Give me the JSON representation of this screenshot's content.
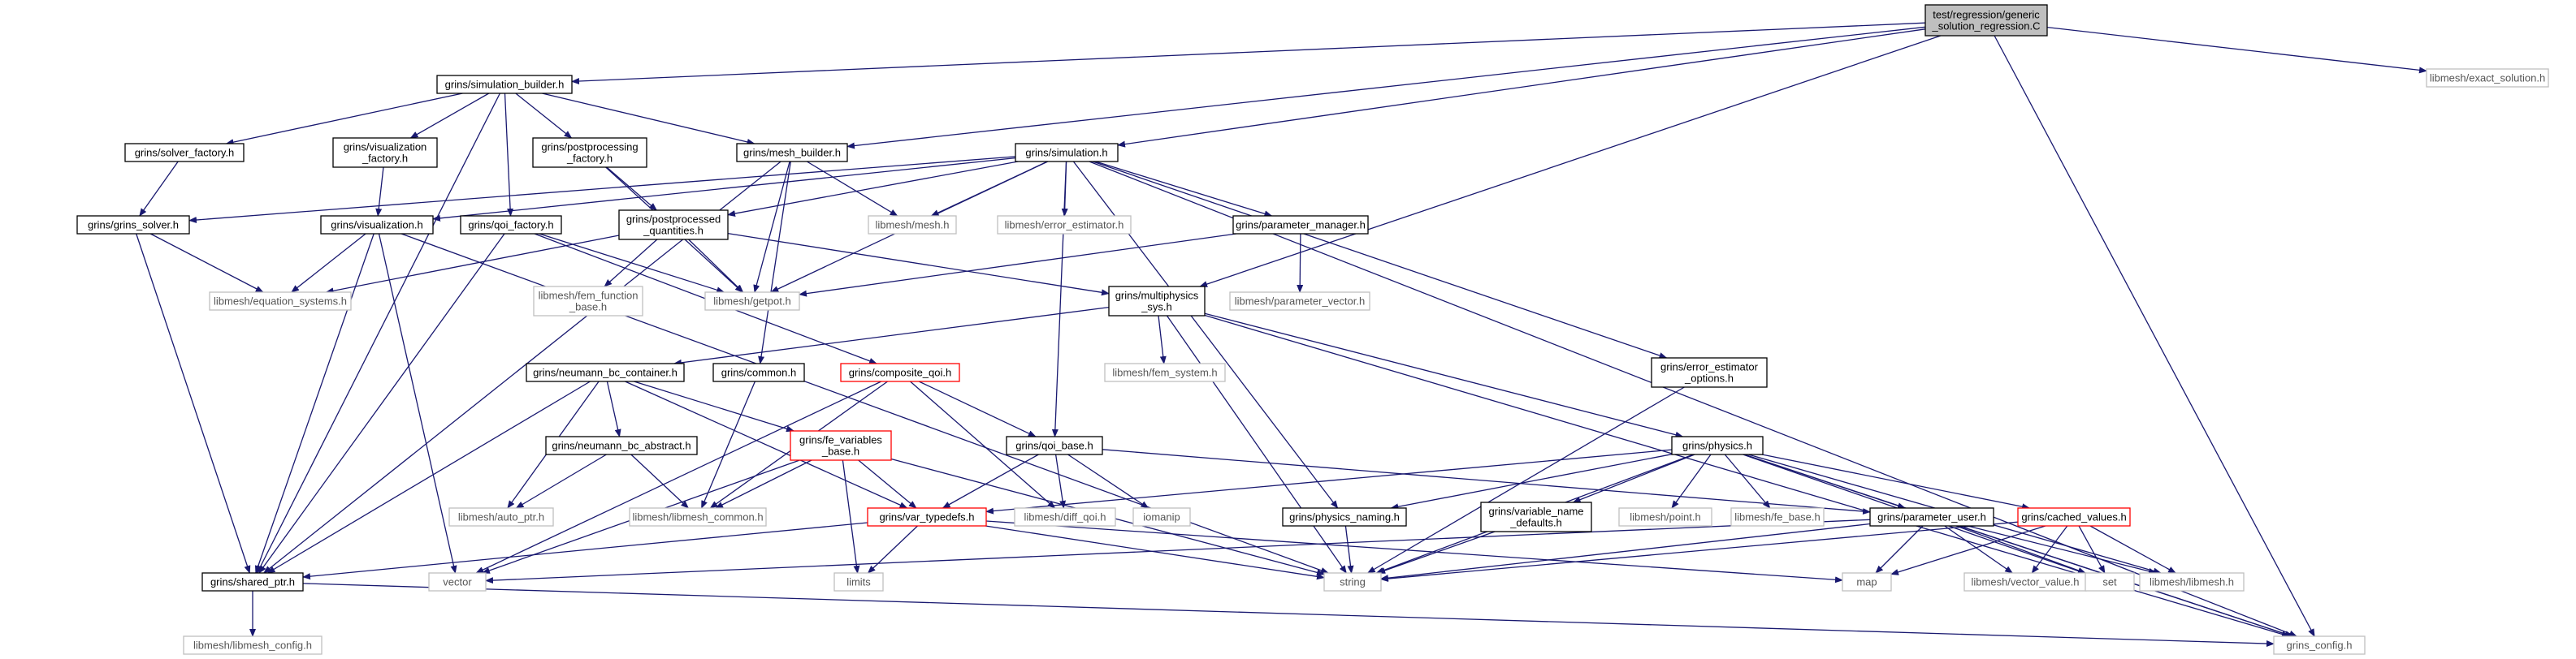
{
  "colors": {
    "edge": "#191970",
    "normal_border": "#000000",
    "external_border": "#bfbfbf",
    "incomplete_border": "#ff0000",
    "root_fill": "#bfbfbf",
    "text_normal": "#000000",
    "text_external": "#555555"
  },
  "nodes": [
    {
      "id": "root",
      "label": "test/regression/generic\n_solution_regression.C",
      "kind": "root"
    },
    {
      "id": "exact_solution",
      "label": "libmesh/exact_solution.h",
      "kind": "external"
    },
    {
      "id": "simulation_builder",
      "label": "grins/simulation_builder.h",
      "kind": "normal"
    },
    {
      "id": "solver_factory",
      "label": "grins/solver_factory.h",
      "kind": "normal"
    },
    {
      "id": "visualization_factory",
      "label": "grins/visualization\n_factory.h",
      "kind": "normal"
    },
    {
      "id": "postprocessing_factory",
      "label": "grins/postprocessing\n_factory.h",
      "kind": "normal"
    },
    {
      "id": "mesh_builder",
      "label": "grins/mesh_builder.h",
      "kind": "normal"
    },
    {
      "id": "simulation",
      "label": "grins/simulation.h",
      "kind": "normal"
    },
    {
      "id": "grins_solver",
      "label": "grins/grins_solver.h",
      "kind": "normal"
    },
    {
      "id": "visualization",
      "label": "grins/visualization.h",
      "kind": "normal"
    },
    {
      "id": "qoi_factory",
      "label": "grins/qoi_factory.h",
      "kind": "normal"
    },
    {
      "id": "postprocessed_quantities",
      "label": "grins/postprocessed\n_quantities.h",
      "kind": "normal"
    },
    {
      "id": "libmesh_mesh",
      "label": "libmesh/mesh.h",
      "kind": "external"
    },
    {
      "id": "error_estimator",
      "label": "libmesh/error_estimator.h",
      "kind": "external"
    },
    {
      "id": "parameter_manager",
      "label": "grins/parameter_manager.h",
      "kind": "normal"
    },
    {
      "id": "equation_systems",
      "label": "libmesh/equation_systems.h",
      "kind": "external"
    },
    {
      "id": "fem_function_base",
      "label": "libmesh/fem_function\n_base.h",
      "kind": "external"
    },
    {
      "id": "getpot",
      "label": "libmesh/getpot.h",
      "kind": "external"
    },
    {
      "id": "multiphysics_sys",
      "label": "grins/multiphysics\n_sys.h",
      "kind": "normal"
    },
    {
      "id": "parameter_vector",
      "label": "libmesh/parameter_vector.h",
      "kind": "external"
    },
    {
      "id": "fem_system",
      "label": "libmesh/fem_system.h",
      "kind": "external"
    },
    {
      "id": "error_estimator_options",
      "label": "grins/error_estimator\n_options.h",
      "kind": "normal"
    },
    {
      "id": "neumann_bc_container",
      "label": "grins/neumann_bc_container.h",
      "kind": "normal"
    },
    {
      "id": "grins_common",
      "label": "grins/common.h",
      "kind": "normal"
    },
    {
      "id": "composite_qoi",
      "label": "grins/composite_qoi.h",
      "kind": "incomplete"
    },
    {
      "id": "neumann_bc_abstract",
      "label": "grins/neumann_bc_abstract.h",
      "kind": "normal"
    },
    {
      "id": "fe_variables_base",
      "label": "grins/fe_variables\n_base.h",
      "kind": "incomplete"
    },
    {
      "id": "qoi_base",
      "label": "grins/qoi_base.h",
      "kind": "normal"
    },
    {
      "id": "physics",
      "label": "grins/physics.h",
      "kind": "normal"
    },
    {
      "id": "auto_ptr",
      "label": "libmesh/auto_ptr.h",
      "kind": "external"
    },
    {
      "id": "libmesh_common",
      "label": "libmesh/libmesh_common.h",
      "kind": "external"
    },
    {
      "id": "var_typedefs",
      "label": "grins/var_typedefs.h",
      "kind": "incomplete"
    },
    {
      "id": "diff_qoi",
      "label": "libmesh/diff_qoi.h",
      "kind": "external"
    },
    {
      "id": "iomanip",
      "label": "iomanip",
      "kind": "external"
    },
    {
      "id": "physics_naming",
      "label": "grins/physics_naming.h",
      "kind": "normal"
    },
    {
      "id": "variable_name_defaults",
      "label": "grins/variable_name\n_defaults.h",
      "kind": "normal"
    },
    {
      "id": "libmesh_point",
      "label": "libmesh/point.h",
      "kind": "external"
    },
    {
      "id": "fe_base",
      "label": "libmesh/fe_base.h",
      "kind": "external"
    },
    {
      "id": "parameter_user",
      "label": "grins/parameter_user.h",
      "kind": "normal"
    },
    {
      "id": "cached_values",
      "label": "grins/cached_values.h",
      "kind": "incomplete"
    },
    {
      "id": "shared_ptr",
      "label": "grins/shared_ptr.h",
      "kind": "normal"
    },
    {
      "id": "vector",
      "label": "vector",
      "kind": "external"
    },
    {
      "id": "limits",
      "label": "limits",
      "kind": "external"
    },
    {
      "id": "string",
      "label": "string",
      "kind": "external"
    },
    {
      "id": "map",
      "label": "map",
      "kind": "external"
    },
    {
      "id": "vector_value",
      "label": "libmesh/vector_value.h",
      "kind": "external"
    },
    {
      "id": "set",
      "label": "set",
      "kind": "external"
    },
    {
      "id": "libmesh_libmesh",
      "label": "libmesh/libmesh.h",
      "kind": "external"
    },
    {
      "id": "libmesh_config",
      "label": "libmesh/libmesh_config.h",
      "kind": "external"
    },
    {
      "id": "grins_config",
      "label": "grins_config.h",
      "kind": "external"
    }
  ],
  "edges": [
    [
      "root",
      "exact_solution"
    ],
    [
      "root",
      "simulation_builder"
    ],
    [
      "root",
      "mesh_builder"
    ],
    [
      "root",
      "simulation"
    ],
    [
      "root",
      "multiphysics_sys"
    ],
    [
      "root",
      "grins_config"
    ],
    [
      "simulation_builder",
      "solver_factory"
    ],
    [
      "simulation_builder",
      "visualization_factory"
    ],
    [
      "simulation_builder",
      "postprocessing_factory"
    ],
    [
      "simulation_builder",
      "mesh_builder"
    ],
    [
      "simulation_builder",
      "qoi_factory"
    ],
    [
      "simulation_builder",
      "shared_ptr"
    ],
    [
      "solver_factory",
      "grins_solver"
    ],
    [
      "visualization_factory",
      "visualization"
    ],
    [
      "postprocessing_factory",
      "postprocessed_quantities"
    ],
    [
      "postprocessing_factory",
      "getpot"
    ],
    [
      "mesh_builder",
      "libmesh_mesh"
    ],
    [
      "mesh_builder",
      "getpot"
    ],
    [
      "mesh_builder",
      "grins_common"
    ],
    [
      "mesh_builder",
      "shared_ptr"
    ],
    [
      "simulation",
      "grins_solver"
    ],
    [
      "simulation",
      "visualization"
    ],
    [
      "simulation",
      "postprocessed_quantities"
    ],
    [
      "simulation",
      "libmesh_mesh"
    ],
    [
      "simulation",
      "error_estimator"
    ],
    [
      "simulation",
      "parameter_manager"
    ],
    [
      "simulation",
      "getpot"
    ],
    [
      "simulation",
      "qoi_base"
    ],
    [
      "simulation",
      "physics_naming"
    ],
    [
      "simulation",
      "error_estimator_options"
    ],
    [
      "simulation",
      "grins_config"
    ],
    [
      "grins_solver",
      "equation_systems"
    ],
    [
      "grins_solver",
      "shared_ptr"
    ],
    [
      "visualization",
      "equation_systems"
    ],
    [
      "visualization",
      "shared_ptr"
    ],
    [
      "visualization",
      "vector"
    ],
    [
      "visualization",
      "string"
    ],
    [
      "qoi_factory",
      "getpot"
    ],
    [
      "qoi_factory",
      "composite_qoi"
    ],
    [
      "qoi_factory",
      "shared_ptr"
    ],
    [
      "postprocessed_quantities",
      "equation_systems"
    ],
    [
      "postprocessed_quantities",
      "fem_function_base"
    ],
    [
      "postprocessed_quantities",
      "getpot"
    ],
    [
      "postprocessed_quantities",
      "multiphysics_sys"
    ],
    [
      "parameter_manager",
      "getpot"
    ],
    [
      "parameter_manager",
      "parameter_vector"
    ],
    [
      "multiphysics_sys",
      "fem_system"
    ],
    [
      "multiphysics_sys",
      "neumann_bc_container"
    ],
    [
      "multiphysics_sys",
      "physics"
    ],
    [
      "multiphysics_sys",
      "string"
    ],
    [
      "multiphysics_sys",
      "grins_config"
    ],
    [
      "error_estimator_options",
      "string"
    ],
    [
      "neumann_bc_container",
      "neumann_bc_abstract"
    ],
    [
      "neumann_bc_container",
      "fe_variables_base"
    ],
    [
      "neumann_bc_container",
      "var_typedefs"
    ],
    [
      "neumann_bc_container",
      "auto_ptr"
    ],
    [
      "neumann_bc_container",
      "shared_ptr"
    ],
    [
      "grins_common",
      "libmesh_common"
    ],
    [
      "composite_qoi",
      "qoi_base"
    ],
    [
      "composite_qoi",
      "libmesh_common"
    ],
    [
      "composite_qoi",
      "diff_qoi"
    ],
    [
      "composite_qoi",
      "vector"
    ],
    [
      "neumann_bc_abstract",
      "auto_ptr"
    ],
    [
      "neumann_bc_abstract",
      "libmesh_common"
    ],
    [
      "fe_variables_base",
      "var_typedefs"
    ],
    [
      "fe_variables_base",
      "libmesh_common"
    ],
    [
      "fe_variables_base",
      "vector"
    ],
    [
      "fe_variables_base",
      "limits"
    ],
    [
      "fe_variables_base",
      "string"
    ],
    [
      "qoi_base",
      "var_typedefs"
    ],
    [
      "qoi_base",
      "diff_qoi"
    ],
    [
      "qoi_base",
      "iomanip"
    ],
    [
      "qoi_base",
      "parameter_user"
    ],
    [
      "physics",
      "var_typedefs"
    ],
    [
      "physics",
      "physics_naming"
    ],
    [
      "physics",
      "variable_name_defaults"
    ],
    [
      "physics",
      "libmesh_point"
    ],
    [
      "physics",
      "fe_base"
    ],
    [
      "physics",
      "parameter_user"
    ],
    [
      "physics",
      "cached_values"
    ],
    [
      "physics",
      "string"
    ],
    [
      "physics",
      "set"
    ],
    [
      "physics",
      "libmesh_libmesh"
    ],
    [
      "physics",
      "grins_config"
    ],
    [
      "var_typedefs",
      "shared_ptr"
    ],
    [
      "var_typedefs",
      "limits"
    ],
    [
      "var_typedefs",
      "string"
    ],
    [
      "var_typedefs",
      "map"
    ],
    [
      "physics_naming",
      "string"
    ],
    [
      "variable_name_defaults",
      "string"
    ],
    [
      "parameter_user",
      "string"
    ],
    [
      "parameter_user",
      "map"
    ],
    [
      "parameter_user",
      "vector_value"
    ],
    [
      "parameter_user",
      "set"
    ],
    [
      "parameter_user",
      "libmesh_libmesh"
    ],
    [
      "parameter_user",
      "vector"
    ],
    [
      "parameter_user",
      "grins_config"
    ],
    [
      "cached_values",
      "vector_value"
    ],
    [
      "cached_values",
      "set"
    ],
    [
      "cached_values",
      "libmesh_libmesh"
    ],
    [
      "cached_values",
      "map"
    ],
    [
      "cached_values",
      "string"
    ],
    [
      "shared_ptr",
      "libmesh_config"
    ],
    [
      "shared_ptr",
      "grins_config"
    ]
  ]
}
